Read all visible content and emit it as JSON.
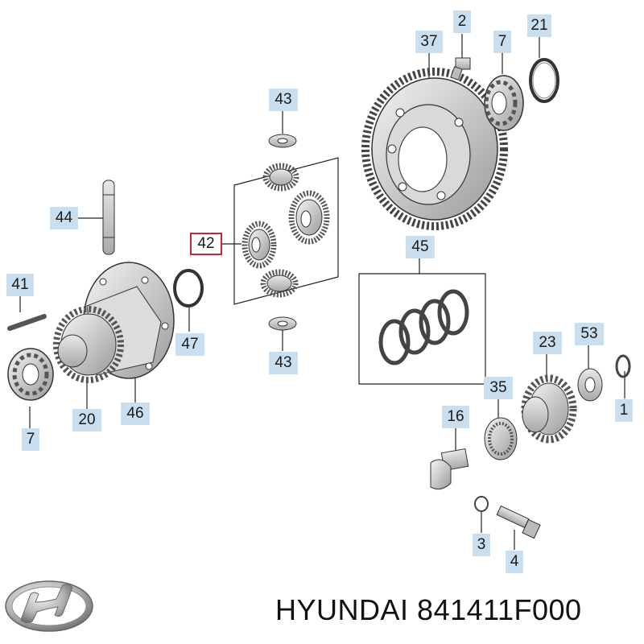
{
  "callouts": {
    "c2": "2",
    "c37": "37",
    "c7a": "7",
    "c21": "21",
    "c43a": "43",
    "c44": "44",
    "c42": "42",
    "c45": "45",
    "c41": "41",
    "c47": "47",
    "c43b": "43",
    "c23": "23",
    "c53": "53",
    "c35": "35",
    "c1": "1",
    "c16": "16",
    "c20": "20",
    "c46": "46",
    "c7b": "7",
    "c3": "3",
    "c4": "4"
  },
  "highlighted_callout": "42",
  "footer": {
    "brand": "HYUNDAI",
    "part_number": "841411F000"
  },
  "logo": {
    "icon": "hyundai-logo-icon"
  },
  "colors": {
    "callout_bg": "#c9dff0",
    "highlight_border": "#d2232a"
  }
}
